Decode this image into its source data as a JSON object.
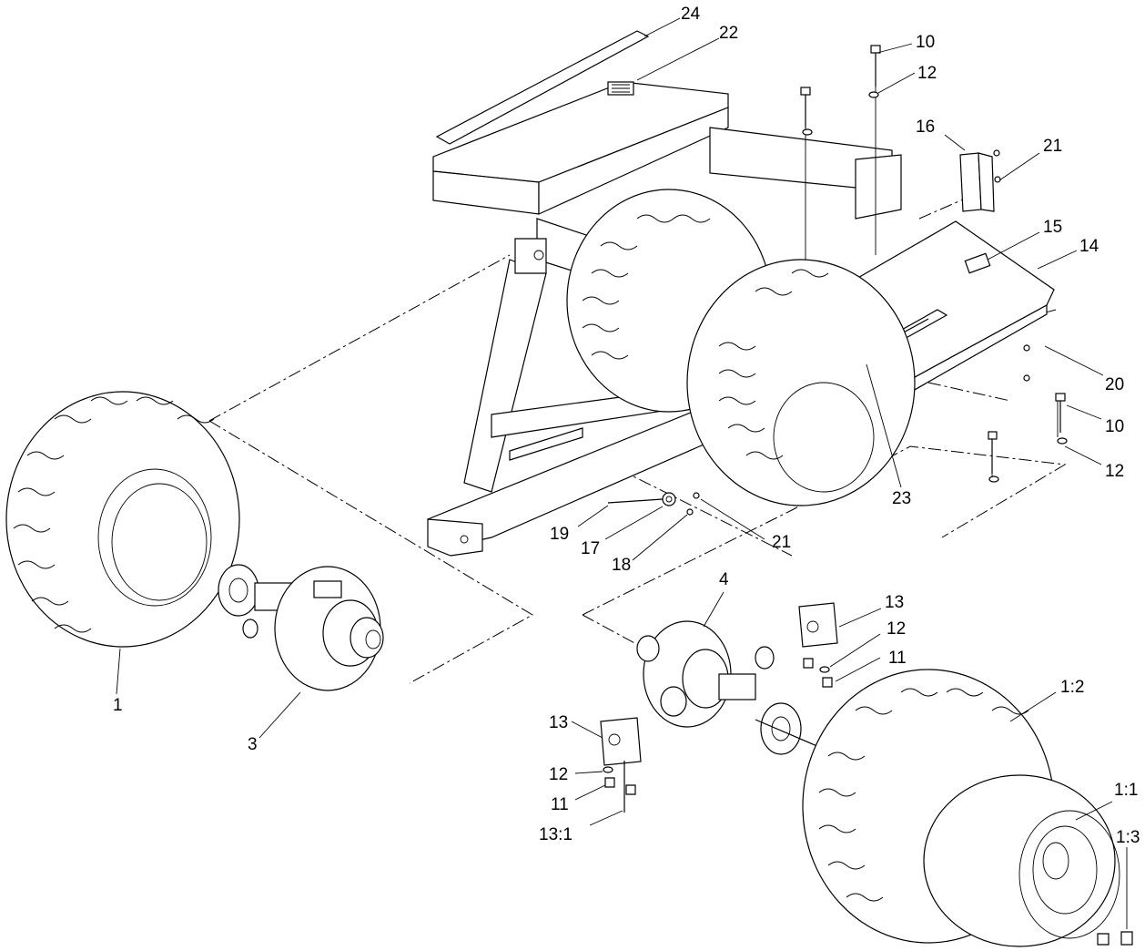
{
  "diagram": {
    "callouts": {
      "c24": "24",
      "c22": "22",
      "c10_top": "10",
      "c12_top": "12",
      "c16": "16",
      "c21_top": "21",
      "c15": "15",
      "c14": "14",
      "c20": "20",
      "c10_right": "10",
      "c12_right": "12",
      "c23": "23",
      "c19": "19",
      "c17": "17",
      "c18": "18",
      "c21_mid": "21",
      "c4": "4",
      "c13_right": "13",
      "c12_right2": "12",
      "c11_right": "11",
      "c1": "1",
      "c3": "3",
      "c1_2": "1:2",
      "c13_left": "13",
      "c12_left": "12",
      "c11_left": "11",
      "c13_1": "13:1",
      "c1_1": "1:1",
      "c1_3": "1:3"
    }
  }
}
